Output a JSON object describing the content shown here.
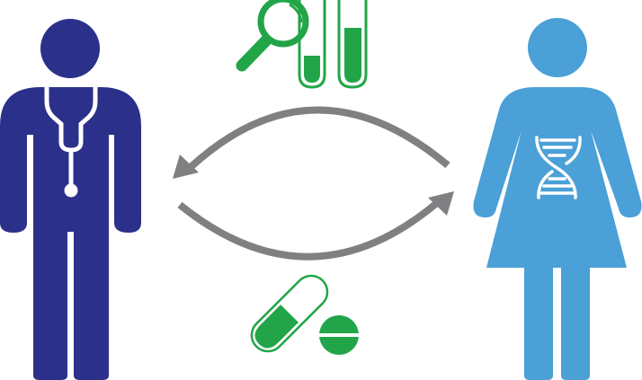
{
  "colors": {
    "doctor": "#2B318A",
    "patient": "#4AA0D7",
    "arrow": "#808083",
    "green": "#22A548",
    "white": "#FFFFFF"
  },
  "icons": [
    "doctor-figure",
    "stethoscope-icon",
    "magnifier-icon",
    "test-tube-icon",
    "arrow-to-doctor",
    "arrow-to-patient",
    "capsule-icon",
    "tablet-icon",
    "patient-figure",
    "dna-icon"
  ]
}
